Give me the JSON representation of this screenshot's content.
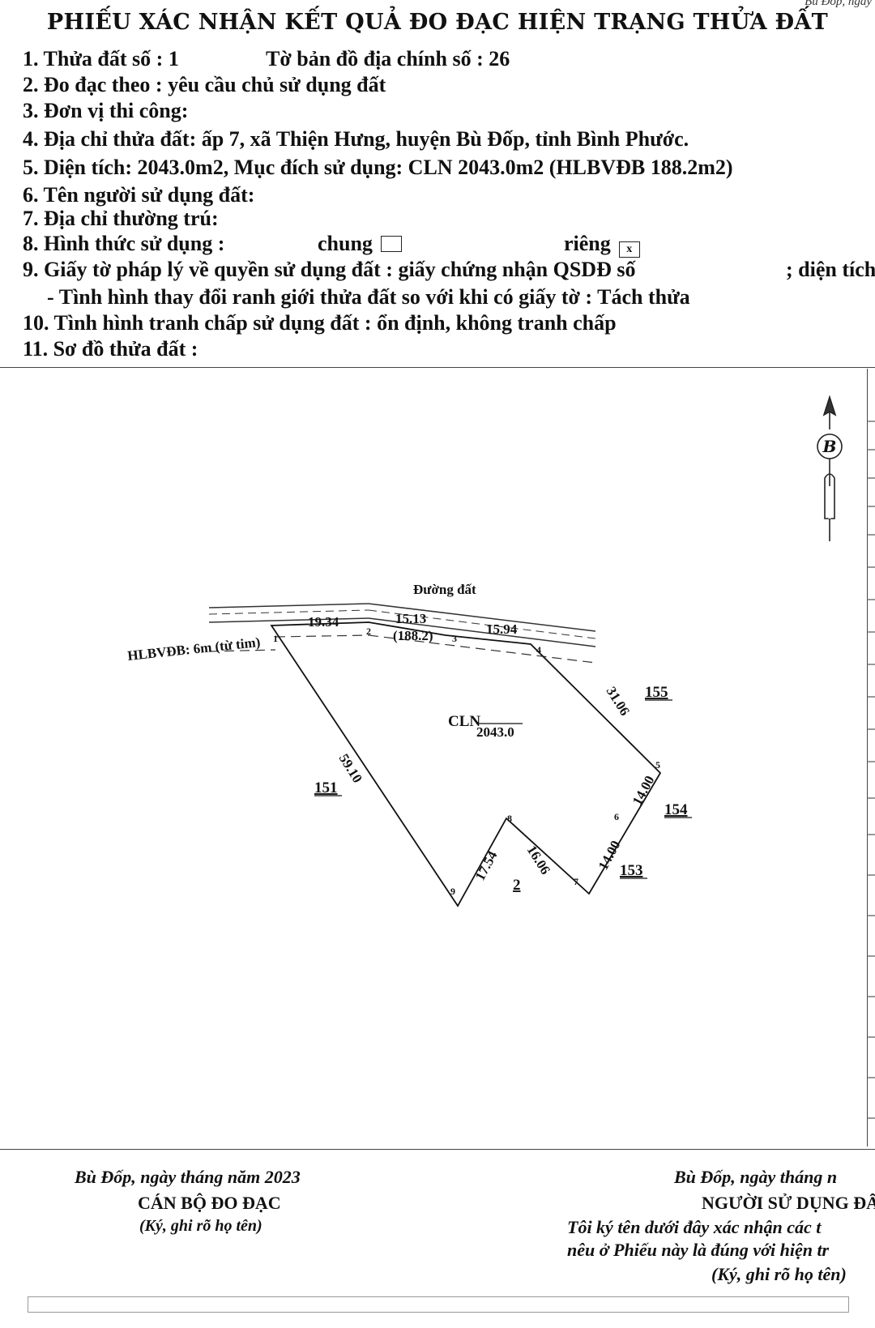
{
  "header": {
    "corner_text": "Bù Đốp, ngày",
    "title": "PHIẾU XÁC NHẬN KẾT QUẢ ĐO ĐẠC HIỆN TRẠNG THỬA ĐẤT"
  },
  "items": {
    "l1a": "1. Thửa đất số :   1",
    "l1b": "Tờ bản đồ địa chính số : 26",
    "l2": "2. Đo đạc theo : yêu cầu chủ sử dụng đất",
    "l3": "3. Đơn vị thi công:",
    "l4": "4. Địa chỉ thửa đất: ấp 7, xã Thiện Hưng, huyện Bù Đốp, tỉnh Bình Phước.",
    "l5": "5. Diện tích: 2043.0m2, Mục đích sử dụng: CLN 2043.0m2 (HLBVĐB 188.2m2)",
    "l6": "6. Tên người sử dụng đất:",
    "l7": "7. Địa chỉ thường trú:",
    "l8a": "8. Hình thức sử dụng :",
    "l8b": "chung",
    "l8c": "riêng",
    "l8_mark": "x",
    "l9a": "9. Giấy tờ pháp lý về quyền sử dụng đất : giấy chứng nhận QSDĐ số",
    "l9b": "; diện tích",
    "l9c": "- Tình hình thay đổi ranh giới thửa đất so với khi có giấy tờ : Tách thửa",
    "l10": "10. Tình hình tranh chấp sử dụng đất : ổn định, không tranh chấp",
    "l11": "11. Sơ đồ thửa đất :"
  },
  "map": {
    "north_letter": "B",
    "road_label": "Đường đất",
    "corridor_label": "HLBVĐB: 6m (từ tim)",
    "land_use": "CLN",
    "area": "2043.0",
    "corridor_area": "(188.2)",
    "edges": [
      {
        "label": "19.34"
      },
      {
        "label": "15.13"
      },
      {
        "label": "15.94"
      },
      {
        "label": "31.06"
      },
      {
        "label": "14.00"
      },
      {
        "label": "14.00"
      },
      {
        "label": "16.06"
      },
      {
        "label": "17.54"
      },
      {
        "label": "59.10"
      }
    ],
    "vertices": [
      "1",
      "2",
      "3",
      "4",
      "5",
      "6",
      "7",
      "8",
      "9"
    ],
    "neighbors": [
      "155",
      "154",
      "153",
      "151",
      "2"
    ]
  },
  "signatures": {
    "left_place_date": "Bù Đốp, ngày     tháng     năm  2023",
    "left_title": "CÁN BỘ ĐO ĐẠC",
    "left_note": "(Ký, ghi rõ họ tên)",
    "right_place_date": "Bù Đốp, ngày     tháng     n",
    "right_title": "NGƯỜI SỬ DỤNG ĐẤ",
    "right_note1": "Tôi ký tên dưới đây xác nhận các t",
    "right_note2": "nêu ở Phiếu này là đúng với hiện tr",
    "right_note3": "(Ký, ghi rõ họ tên)"
  }
}
